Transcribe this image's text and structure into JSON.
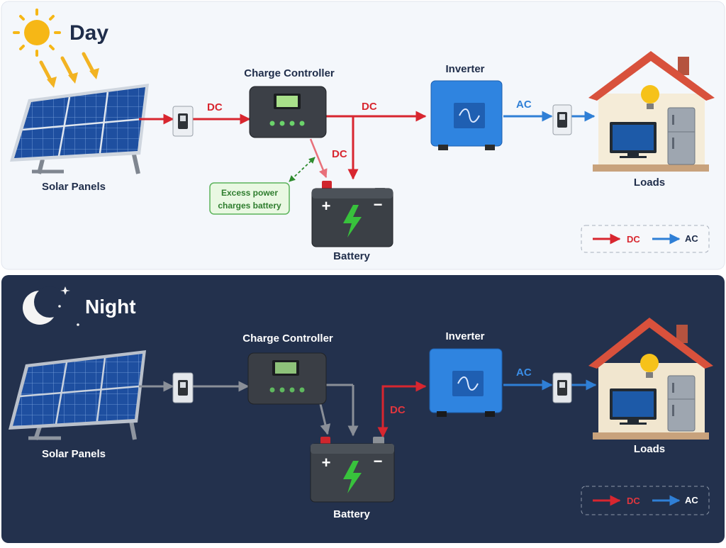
{
  "day": {
    "title": "Day",
    "labels": {
      "solar": "Solar Panels",
      "controller": "Charge Controller",
      "inverter": "Inverter",
      "battery": "Battery",
      "loads": "Loads"
    },
    "wire_labels": {
      "dc1": "DC",
      "dc2": "DC",
      "dc3": "DC",
      "ac": "AC"
    },
    "note_line1": "Excess power",
    "note_line2": "charges battery",
    "legend": {
      "dc": "DC",
      "ac": "AC"
    }
  },
  "night": {
    "title": "Night",
    "labels": {
      "solar": "Solar Panels",
      "controller": "Charge Controller",
      "inverter": "Inverter",
      "battery": "Battery",
      "loads": "Loads"
    },
    "wire_labels": {
      "dc": "DC",
      "ac": "AC"
    },
    "legend": {
      "dc": "DC",
      "ac": "AC"
    }
  },
  "colors": {
    "day_bg": "#f4f7fb",
    "night_bg": "#23314d",
    "dc": "#d8262f",
    "ac": "#2f7fd6",
    "inactive": "#8a8f98",
    "note_green": "#2e8b2e"
  }
}
